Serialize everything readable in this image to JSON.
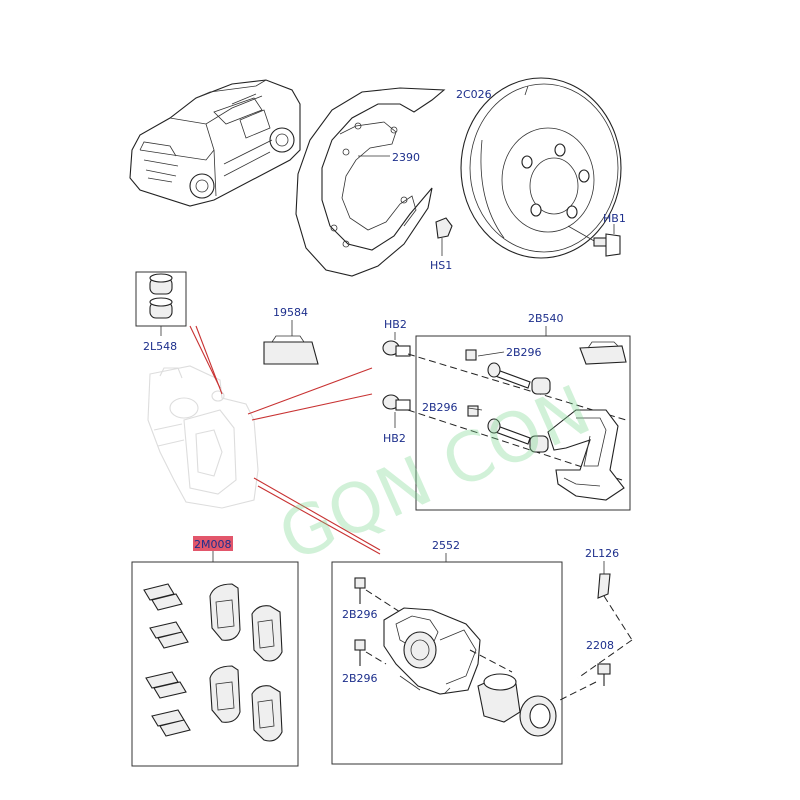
{
  "labels": {
    "rotor": "2C026",
    "shield": "2390",
    "bolt_hb1": "HB1",
    "screw_hs1": "HS1",
    "bushing_kit": "2L548",
    "pad_clip": "19584",
    "bolt_hb2_top": "HB2",
    "bolt_hb2_bottom": "HB2",
    "caliper_bracket": "2B540",
    "bolt_2b296_a": "2B296",
    "bolt_2b296_b": "2B296",
    "pad_kit": "2M008",
    "caliper_assembly": "2552",
    "bolt_2b296_c": "2B296",
    "bolt_2b296_d": "2B296",
    "bracket_2l126": "2L126",
    "sensor_2208": "2208"
  },
  "watermark": "GQN CON",
  "colors": {
    "label": "#1d2f8c",
    "highlight": "#e2566b",
    "leader_red": "#c83232",
    "watermark": "#7bd88f"
  }
}
